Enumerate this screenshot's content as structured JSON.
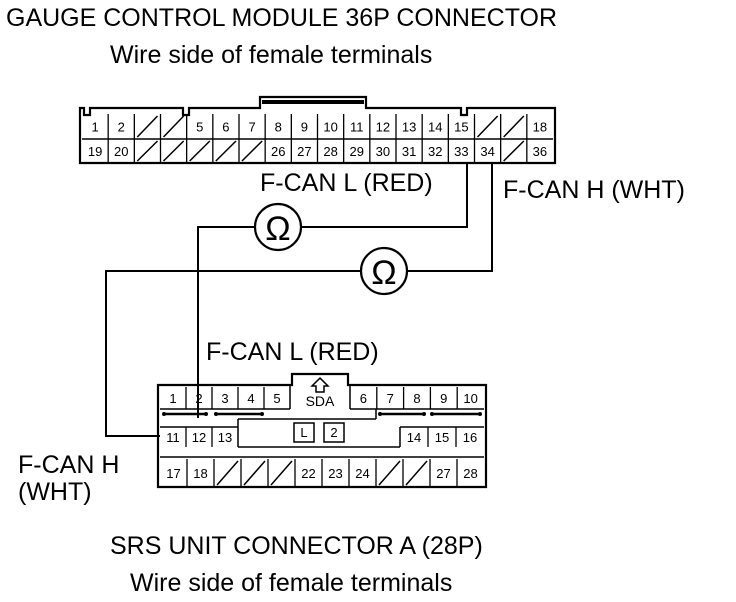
{
  "gauge": {
    "title": "GAUGE CONTROL MODULE 36P CONNECTOR",
    "subtitle": "Wire side of female terminals",
    "row1": [
      "1",
      "2",
      "",
      "",
      "5",
      "6",
      "7",
      "8",
      "9",
      "10",
      "11",
      "12",
      "13",
      "14",
      "15",
      "",
      "",
      "18"
    ],
    "row2": [
      "19",
      "20",
      "",
      "",
      "",
      "",
      "",
      "26",
      "27",
      "28",
      "29",
      "30",
      "31",
      "32",
      "33",
      "34",
      "",
      "36"
    ]
  },
  "wires": {
    "fcan_l_top": "F-CAN L (RED)",
    "fcan_h_top": "F-CAN H (WHT)",
    "fcan_l_mid": "F-CAN L (RED)",
    "fcan_h_left_1": "F-CAN H",
    "fcan_h_left_2": "(WHT)",
    "ohm_symbol": "Ω"
  },
  "srs": {
    "title": "SRS UNIT CONNECTOR A (28P)",
    "subtitle": "Wire side of female terminals",
    "sda_label": "SDA",
    "mini_l": "L",
    "mini_2": "2",
    "row1_left": [
      "1",
      "2",
      "3",
      "4",
      "5"
    ],
    "row1_right": [
      "6",
      "7",
      "8",
      "9",
      "10"
    ],
    "row2_left": [
      "11",
      "12",
      "13"
    ],
    "row2_right": [
      "14",
      "15",
      "16"
    ],
    "row3": [
      "17",
      "18",
      "",
      "",
      "",
      "22",
      "23",
      "24",
      "",
      "",
      "27",
      "28"
    ]
  }
}
